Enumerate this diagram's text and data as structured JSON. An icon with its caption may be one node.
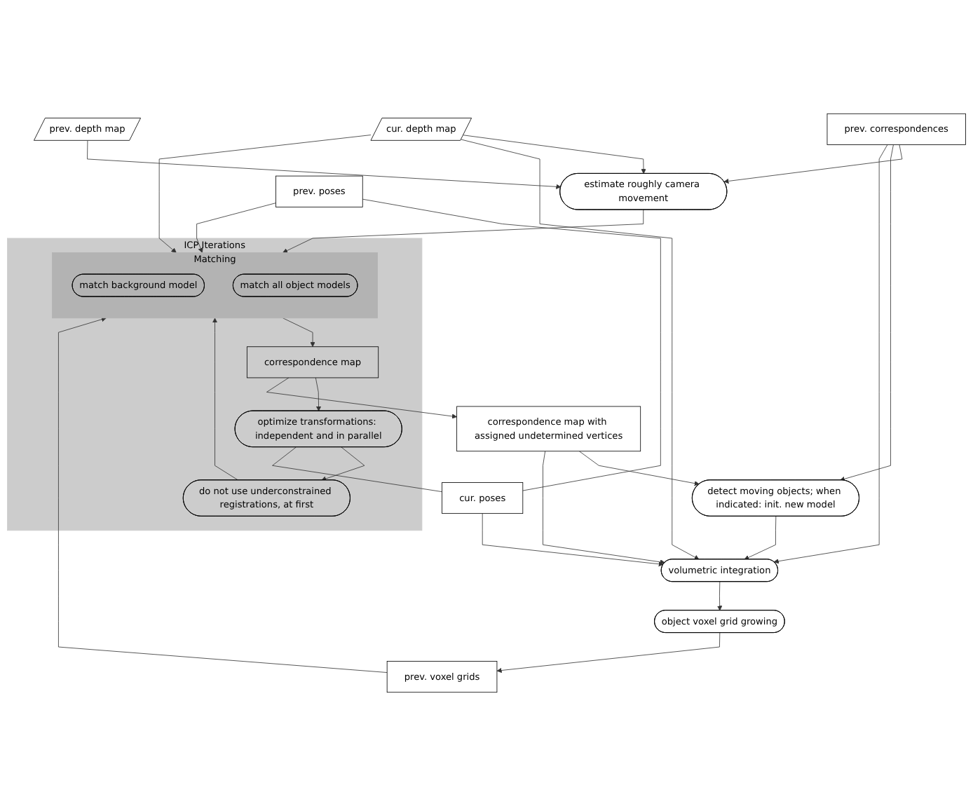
{
  "diagram": {
    "nodes": [
      {
        "text": [
          "cur. depth map"
        ]
      },
      {
        "text": [
          "prev. depth map"
        ]
      },
      {
        "text": [
          "estimate roughly camera movement"
        ]
      },
      {
        "text": [
          "prev. correspondences"
        ]
      },
      {
        "text": [
          "ICP Iterations"
        ]
      },
      {
        "text": [
          "Matching"
        ],
        "in": 4
      },
      {
        "text": [
          "match background model"
        ],
        "in": 5
      },
      {
        "text": [
          "match all object models"
        ],
        "in": 5
      },
      {
        "text": [
          "correspondence map"
        ],
        "in": 4
      },
      {
        "text": [
          "optimize transformations: independent and in parallel"
        ],
        "in": 4
      },
      {
        "text": [
          "do not use underconstrained registrations, at first"
        ],
        "in": 4
      },
      {
        "text": [
          "prev. poses"
        ]
      },
      {
        "text": [
          "correspondence map with assigned undetermined vertices"
        ]
      },
      {
        "text": [
          "cur. poses"
        ]
      },
      {
        "text": [
          "prev. voxel grids"
        ]
      },
      {
        "text": [
          "detect moving objects; when indicated: init. new model"
        ]
      },
      {
        "text": [
          "volumetric integration"
        ]
      },
      {
        "text": [
          "object voxel grid growing"
        ]
      }
    ],
    "edges": [
      {
        "from": 0,
        "to": 2,
        "arrow": "to"
      },
      {
        "from": 1,
        "to": 2,
        "arrow": "to"
      },
      {
        "from": 3,
        "to": 2,
        "arrow": "to"
      },
      {
        "from": 2,
        "to": 5,
        "arrow": "to"
      },
      {
        "from": 14,
        "to": 5,
        "arrow": "to"
      },
      {
        "from": 11,
        "to": 5,
        "arrow": "to"
      },
      {
        "from": 10,
        "to": 5,
        "arrow": "to"
      },
      {
        "from": 0,
        "to": 5,
        "arrow": "to"
      },
      {
        "from": 5,
        "to": 8,
        "arrow": "to"
      },
      {
        "from": 8,
        "to": 9,
        "arrow": "to"
      },
      {
        "from": 8,
        "to": 12,
        "arrow": "to"
      },
      {
        "from": 9,
        "to": 10,
        "arrow": "to"
      },
      {
        "from": 9,
        "to": 13,
        "arrow": "none"
      },
      {
        "from": 11,
        "to": 13,
        "arrow": "none"
      },
      {
        "from": 3,
        "to": 15,
        "arrow": "to"
      },
      {
        "from": 3,
        "to": 16,
        "arrow": "to"
      },
      {
        "from": 12,
        "to": 15,
        "arrow": "to"
      },
      {
        "from": 12,
        "to": 16,
        "arrow": "to"
      },
      {
        "from": 0,
        "to": 16,
        "arrow": "to"
      },
      {
        "from": 13,
        "to": 16,
        "arrow": "to"
      },
      {
        "from": 15,
        "to": 16,
        "arrow": "to"
      },
      {
        "from": 16,
        "to": 17,
        "arrow": "to"
      },
      {
        "from": 17,
        "to": 14,
        "arrow": "to"
      }
    ]
  }
}
